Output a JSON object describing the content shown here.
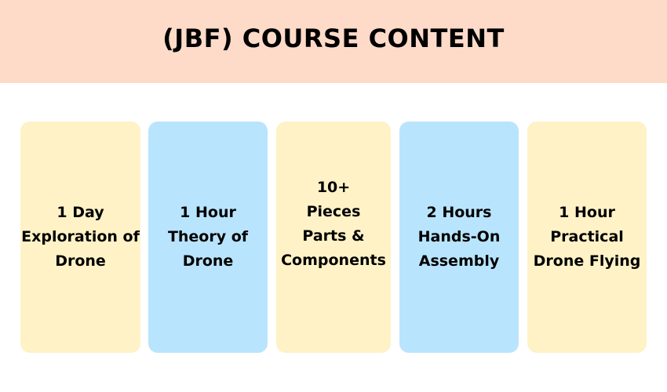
{
  "header": {
    "title": "(JBF) COURSE CONTENT"
  },
  "colors": {
    "header_background": "#fedbc9",
    "card_yellow": "#fef2c6",
    "card_blue": "#b9e4fd"
  },
  "cards": [
    {
      "lines": [
        "1 Day",
        "Exploration of",
        "Drone"
      ]
    },
    {
      "lines": [
        "1 Hour",
        "Theory of",
        "Drone"
      ]
    },
    {
      "lines": [
        "10+",
        "Pieces",
        "Parts &",
        "Components"
      ]
    },
    {
      "lines": [
        "2 Hours",
        "Hands-On",
        "Assembly"
      ]
    },
    {
      "lines": [
        "1 Hour",
        "Practical",
        "Drone Flying"
      ]
    }
  ]
}
